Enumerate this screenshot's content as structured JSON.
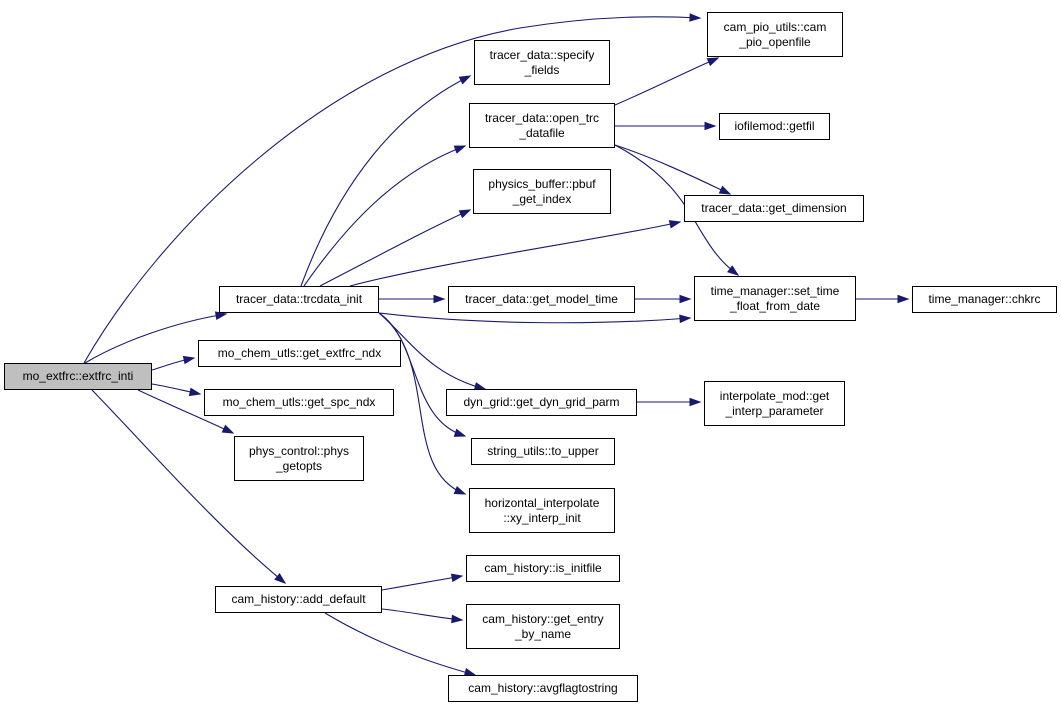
{
  "graph": {
    "colors": {
      "edge": "#191970",
      "root_fill": "#bfbfbf",
      "node_fill": "#ffffff",
      "node_border": "#000000"
    },
    "nodes": {
      "root": {
        "lines": [
          "mo_extfrc::extfrc_inti"
        ]
      },
      "trcdata_init": {
        "lines": [
          "tracer_data::trcdata_init"
        ]
      },
      "get_extfrc_ndx": {
        "lines": [
          "mo_chem_utls::get_extfrc_ndx"
        ]
      },
      "get_spc_ndx": {
        "lines": [
          "mo_chem_utls::get_spc_ndx"
        ]
      },
      "phys_getopts": {
        "lines": [
          "phys_control::phys",
          "_getopts"
        ]
      },
      "add_default": {
        "lines": [
          "cam_history::add_default"
        ]
      },
      "cam_pio_openfile": {
        "lines": [
          "cam_pio_utils::cam",
          "_pio_openfile"
        ]
      },
      "specify_fields": {
        "lines": [
          "tracer_data::specify",
          "_fields"
        ]
      },
      "open_trc_datafile": {
        "lines": [
          "tracer_data::open_trc",
          "_datafile"
        ]
      },
      "pbuf_get_index": {
        "lines": [
          "physics_buffer::pbuf",
          "_get_index"
        ]
      },
      "get_model_time": {
        "lines": [
          "tracer_data::get_model_time"
        ]
      },
      "get_dyn_grid_parm": {
        "lines": [
          "dyn_grid::get_dyn_grid_parm"
        ]
      },
      "to_upper": {
        "lines": [
          "string_utils::to_upper"
        ]
      },
      "xy_interp_init": {
        "lines": [
          "horizontal_interpolate",
          "::xy_interp_init"
        ]
      },
      "is_initfile": {
        "lines": [
          "cam_history::is_initfile"
        ]
      },
      "get_entry_by_name": {
        "lines": [
          "cam_history::get_entry",
          "_by_name"
        ]
      },
      "avgflagtostring": {
        "lines": [
          "cam_history::avgflagtostring"
        ]
      },
      "getfil": {
        "lines": [
          "iofilemod::getfil"
        ]
      },
      "get_dimension": {
        "lines": [
          "tracer_data::get_dimension"
        ]
      },
      "set_time_float_from_date": {
        "lines": [
          "time_manager::set_time",
          "_float_from_date"
        ]
      },
      "get_interp_parameter": {
        "lines": [
          "interpolate_mod::get",
          "_interp_parameter"
        ]
      },
      "chkrc": {
        "lines": [
          "time_manager::chkrc"
        ]
      }
    },
    "edges": [
      {
        "from": "root",
        "to": "cam_pio_openfile"
      },
      {
        "from": "root",
        "to": "trcdata_init"
      },
      {
        "from": "root",
        "to": "get_extfrc_ndx"
      },
      {
        "from": "root",
        "to": "get_spc_ndx"
      },
      {
        "from": "root",
        "to": "phys_getopts"
      },
      {
        "from": "root",
        "to": "add_default"
      },
      {
        "from": "trcdata_init",
        "to": "specify_fields"
      },
      {
        "from": "trcdata_init",
        "to": "open_trc_datafile"
      },
      {
        "from": "trcdata_init",
        "to": "pbuf_get_index"
      },
      {
        "from": "trcdata_init",
        "to": "get_dimension"
      },
      {
        "from": "trcdata_init",
        "to": "get_model_time"
      },
      {
        "from": "trcdata_init",
        "to": "set_time_float_from_date"
      },
      {
        "from": "trcdata_init",
        "to": "get_dyn_grid_parm"
      },
      {
        "from": "trcdata_init",
        "to": "to_upper"
      },
      {
        "from": "trcdata_init",
        "to": "xy_interp_init"
      },
      {
        "from": "open_trc_datafile",
        "to": "cam_pio_openfile"
      },
      {
        "from": "open_trc_datafile",
        "to": "getfil"
      },
      {
        "from": "open_trc_datafile",
        "to": "get_dimension"
      },
      {
        "from": "open_trc_datafile",
        "to": "set_time_float_from_date"
      },
      {
        "from": "get_model_time",
        "to": "set_time_float_from_date"
      },
      {
        "from": "set_time_float_from_date",
        "to": "chkrc"
      },
      {
        "from": "get_dyn_grid_parm",
        "to": "get_interp_parameter"
      },
      {
        "from": "add_default",
        "to": "is_initfile"
      },
      {
        "from": "add_default",
        "to": "get_entry_by_name"
      },
      {
        "from": "add_default",
        "to": "avgflagtostring"
      }
    ]
  }
}
